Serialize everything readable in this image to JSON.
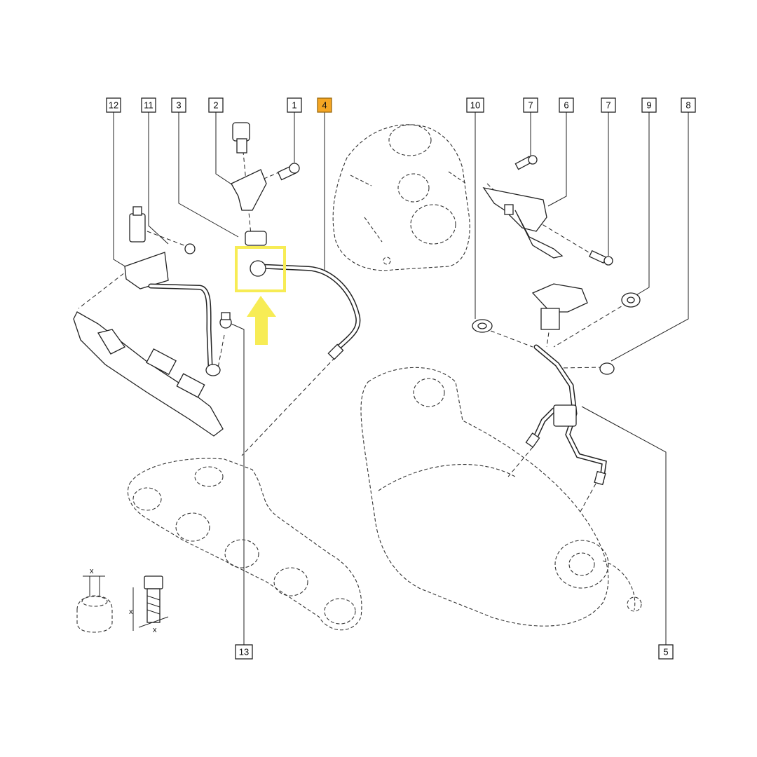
{
  "callouts": [
    {
      "label": "12"
    },
    {
      "label": "11"
    },
    {
      "label": "3"
    },
    {
      "label": "2"
    },
    {
      "label": "1"
    },
    {
      "label": "4"
    },
    {
      "label": "10"
    },
    {
      "label": "7"
    },
    {
      "label": "6"
    },
    {
      "label": "7"
    },
    {
      "label": "9"
    },
    {
      "label": "8"
    },
    {
      "label": "13"
    },
    {
      "label": "5"
    }
  ],
  "dimension_marks": {
    "torque_a": "x",
    "torque_b": "x",
    "torque_c": "x"
  },
  "highlight": {
    "color": "#f7ec55",
    "callout_color": "#f5a623"
  }
}
